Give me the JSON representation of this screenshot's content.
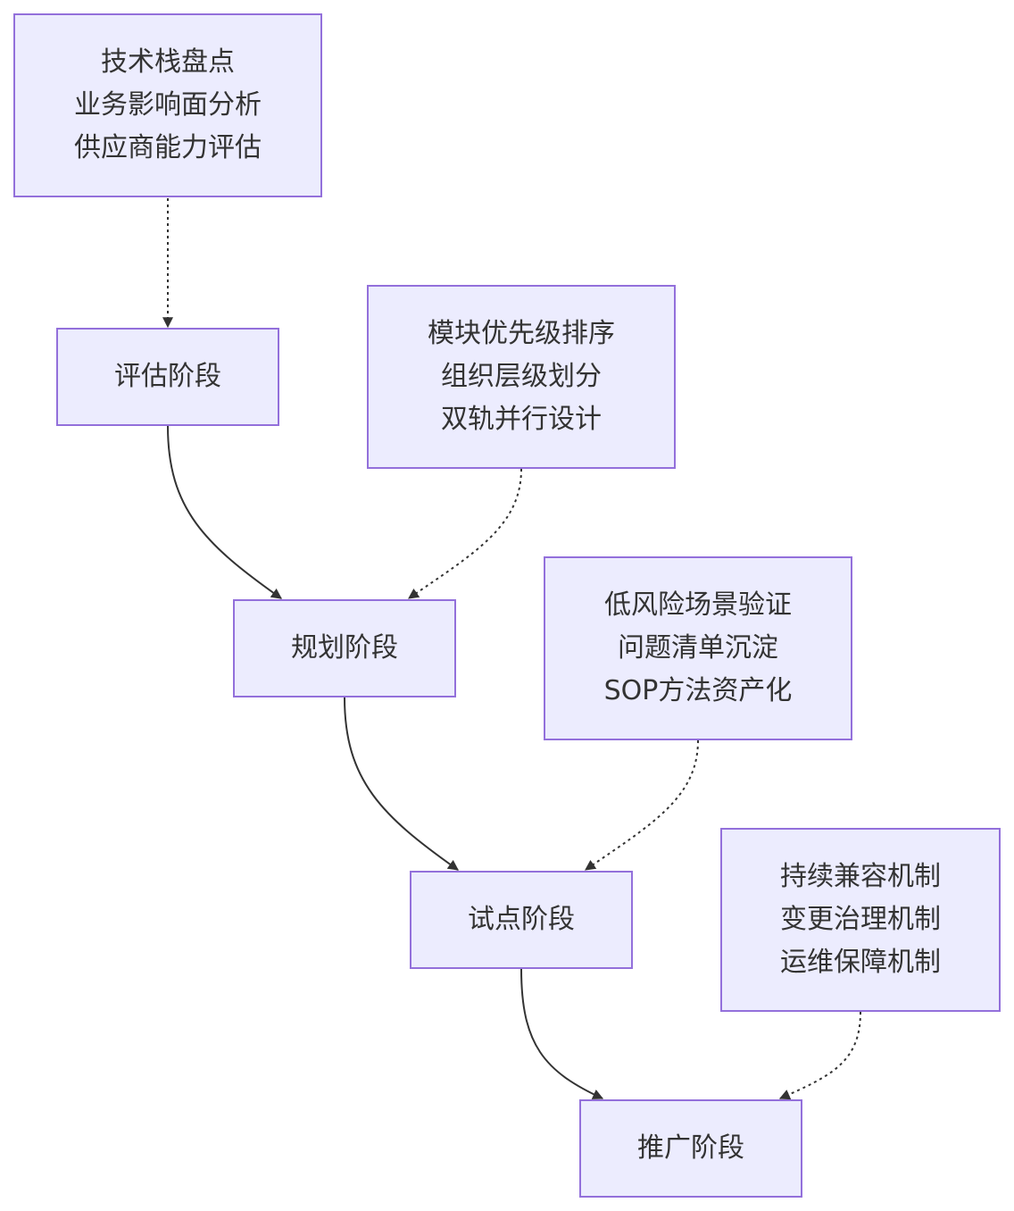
{
  "diagram": {
    "assess_notes": {
      "lines": [
        "技术栈盘点",
        "业务影响面分析",
        "供应商能力评估"
      ]
    },
    "assess": {
      "label": "评估阶段"
    },
    "plan_notes": {
      "lines": [
        "模块优先级排序",
        "组织层级划分",
        "双轨并行设计"
      ]
    },
    "plan": {
      "label": "规划阶段"
    },
    "pilot_notes": {
      "lines": [
        "低风险场景验证",
        "问题清单沉淀",
        "SOP方法资产化"
      ]
    },
    "pilot": {
      "label": "试点阶段"
    },
    "rollout_notes": {
      "lines": [
        "持续兼容机制",
        "变更治理机制",
        "运维保障机制"
      ]
    },
    "rollout": {
      "label": "推广阶段"
    }
  },
  "colors": {
    "node_fill": "#ececfe",
    "node_border": "#9370db",
    "text": "#333333",
    "edge": "#333333"
  }
}
